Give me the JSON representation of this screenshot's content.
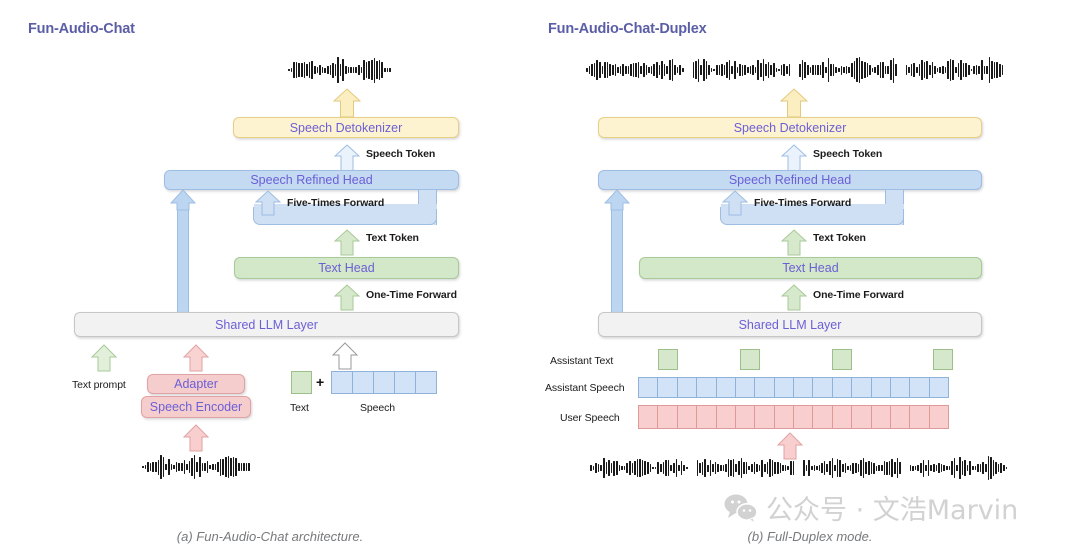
{
  "figure": {
    "panels": [
      {
        "id": "a",
        "title": "Fun-Audio-Chat",
        "caption": "(a) Fun-Audio-Chat architecture.",
        "blocks": {
          "detokenizer": "Speech Detokenizer",
          "speech_refined_head": "Speech Refined Head",
          "text_head": "Text Head",
          "shared_llm": "Shared LLM Layer",
          "adapter": "Adapter",
          "speech_encoder": "Speech Encoder"
        },
        "edge_labels": {
          "speech_token": "Speech Token",
          "five_times_forward": "Five-Times Forward",
          "text_token": "Text Token",
          "one_time_forward": "One-Time Forward"
        },
        "input_labels": {
          "text_prompt": "Text prompt",
          "text": "Text",
          "speech": "Speech",
          "plus": "+"
        },
        "speech_token_count": 5
      },
      {
        "id": "b",
        "title": "Fun-Audio-Chat-Duplex",
        "caption": "(b) Full-Duplex mode.",
        "blocks": {
          "detokenizer": "Speech Detokenizer",
          "speech_refined_head": "Speech Refined Head",
          "text_head": "Text Head",
          "shared_llm": "Shared LLM Layer"
        },
        "edge_labels": {
          "speech_token": "Speech Token",
          "five_times_forward": "Five-Times Forward",
          "text_token": "Text Token",
          "one_time_forward": "One-Time Forward"
        },
        "stream_labels": {
          "assistant_text": "Assistant Text",
          "assistant_speech": "Assistant Speech",
          "user_speech": "User Speech"
        },
        "assistant_text_tokens": 4,
        "assistant_speech_tokens": 16,
        "user_speech_tokens": 16
      }
    ]
  },
  "watermark": {
    "text": "公众号 · 文浩Marvin"
  },
  "colors": {
    "title": "#5b5ea6",
    "block_text": "#6b5fd6",
    "yellow_fill": "#fdf3d0",
    "blue_fill": "#c4d9f2",
    "green_fill": "#d3e7c9",
    "grey_fill": "#f2f2f2",
    "pink_fill": "#f6cdcd",
    "caption": "#77797c"
  }
}
